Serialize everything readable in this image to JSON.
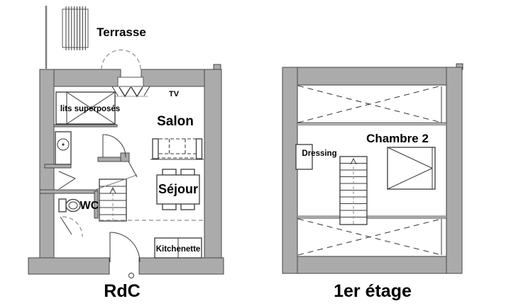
{
  "figure": {
    "type": "architectural-floor-plan",
    "background": "#ffffff",
    "colors": {
      "wall_fill": "#ababab",
      "wall_outline": "#474747",
      "line": "#3a3a3a",
      "light_line": "#8c8c8c",
      "text": "#000000"
    }
  },
  "plans": [
    {
      "title": "RdC",
      "labels": {
        "terrace": "Terrasse",
        "bunk_beds": "lits superposés",
        "tv": "TV",
        "living_room": "Salon",
        "dining": "Séjour",
        "wc": "WC",
        "kitchenette": "Kitchenette"
      }
    },
    {
      "title": "1er étage",
      "labels": {
        "bedroom": "Chambre 2",
        "dressing": "Dressing"
      }
    }
  ]
}
